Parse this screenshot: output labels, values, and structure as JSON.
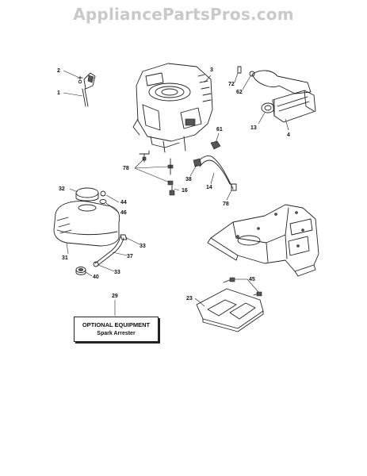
{
  "site": {
    "banner": "AppliancePartsPros.com"
  },
  "callouts": {
    "c1": "1",
    "c2": "2",
    "c3": "3",
    "c4": "4",
    "c13": "13",
    "c14": "14",
    "c16": "16",
    "c23": "23",
    "c29": "29",
    "c31": "31",
    "c32": "32",
    "c33a": "33",
    "c33b": "33",
    "c37": "37",
    "c38": "38",
    "c40": "40",
    "c44": "44",
    "c45": "45",
    "c46": "46",
    "c61": "61",
    "c62": "62",
    "c72": "72",
    "c78a": "78",
    "c78b": "78"
  },
  "optional": {
    "title": "OPTIONAL EQUIPMENT",
    "subtitle": "Spark Arrester"
  }
}
